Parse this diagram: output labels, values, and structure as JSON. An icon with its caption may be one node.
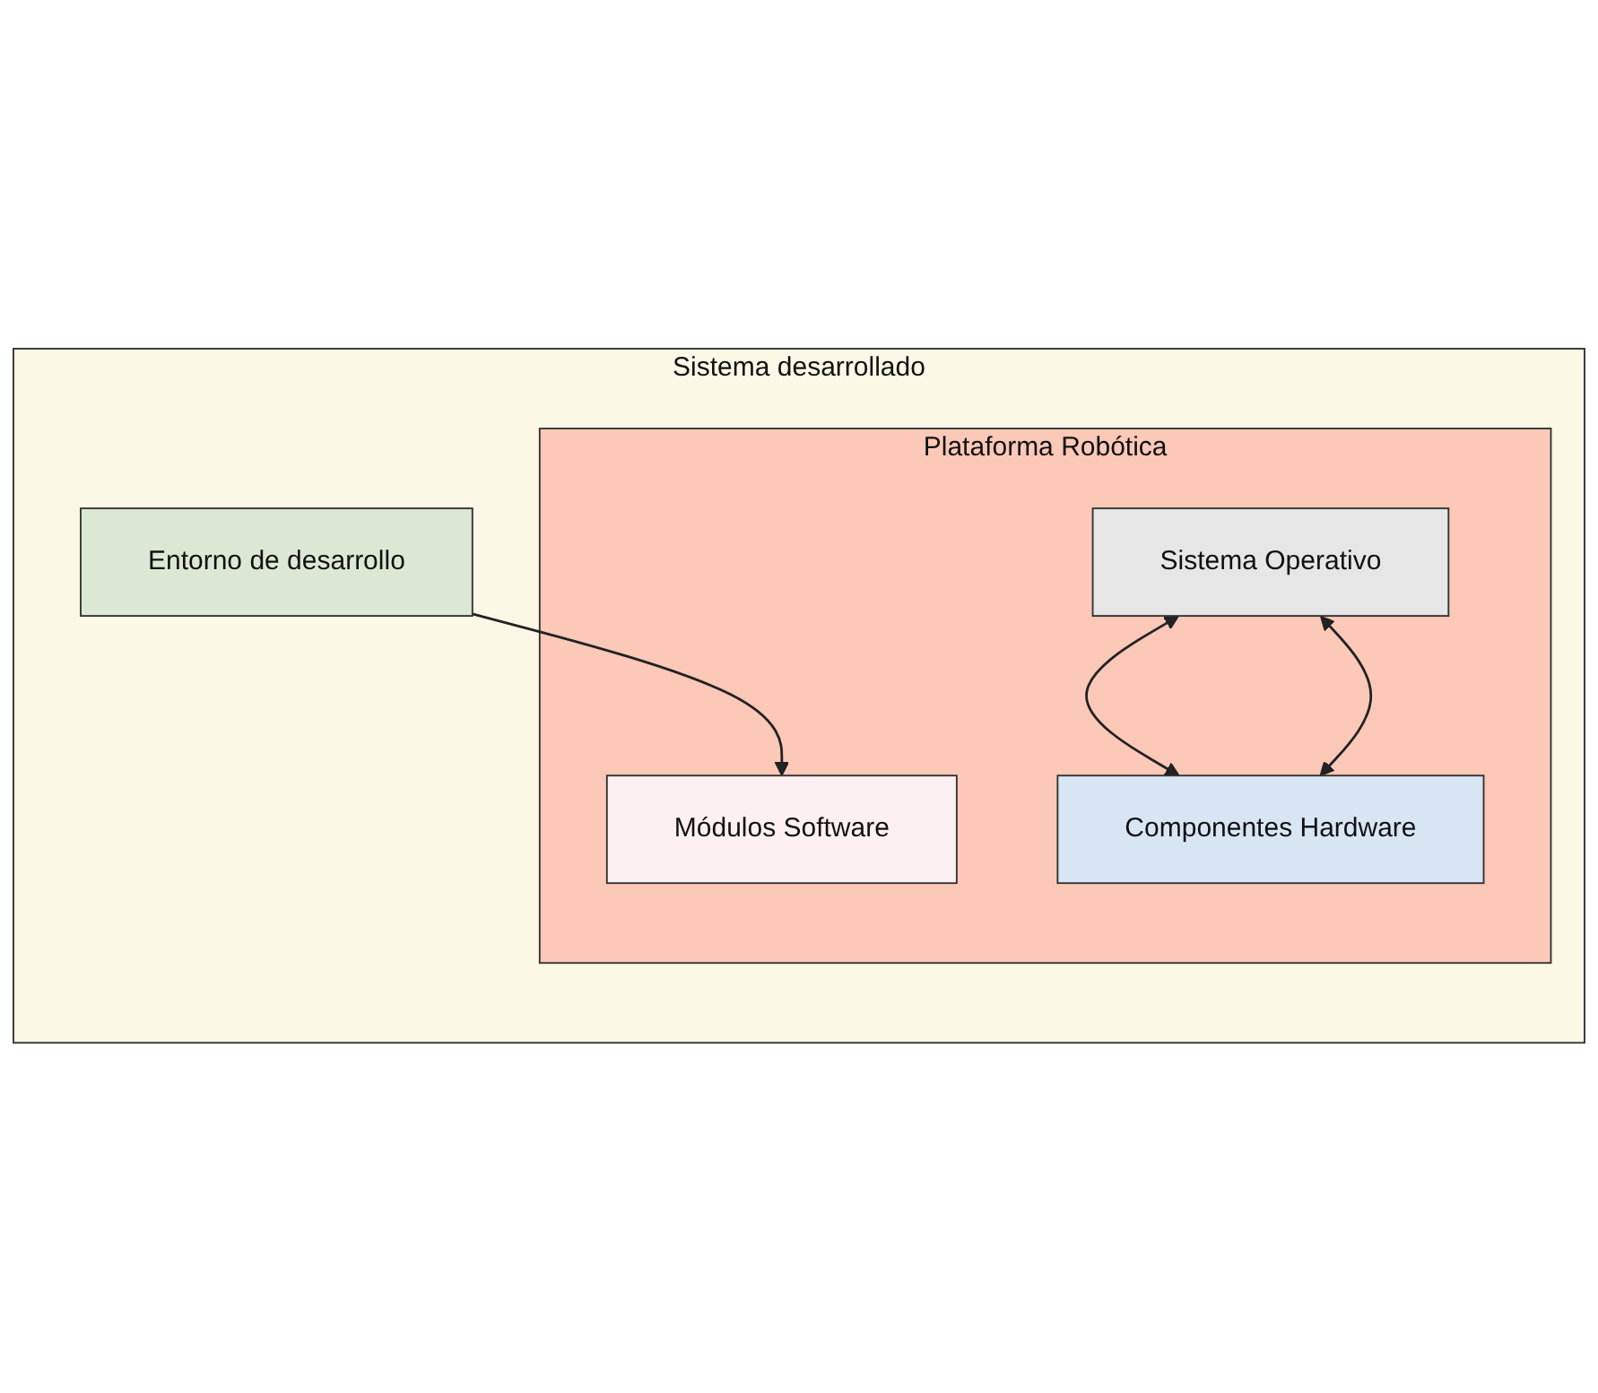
{
  "diagram": {
    "nodes": [
      {
        "text": [
          "Sistema desarrollado"
        ]
      },
      {
        "text": [
          "Plataforma Robótica"
        ],
        "in": 0
      },
      {
        "text": [
          "Módulos Software"
        ],
        "in": 1
      },
      {
        "text": [
          "Sistema Operativo"
        ],
        "in": 1
      },
      {
        "text": [
          "Componentes Hardware"
        ],
        "in": 1
      },
      {
        "text": [
          "Entorno de desarrollo"
        ],
        "in": 0
      }
    ],
    "edges": [
      {
        "from": 5,
        "to": 2,
        "arrow": "to"
      },
      {
        "from": 3,
        "to": 4,
        "arrow": "both"
      },
      {
        "from": 3,
        "to": 4,
        "arrow": "both"
      }
    ]
  }
}
